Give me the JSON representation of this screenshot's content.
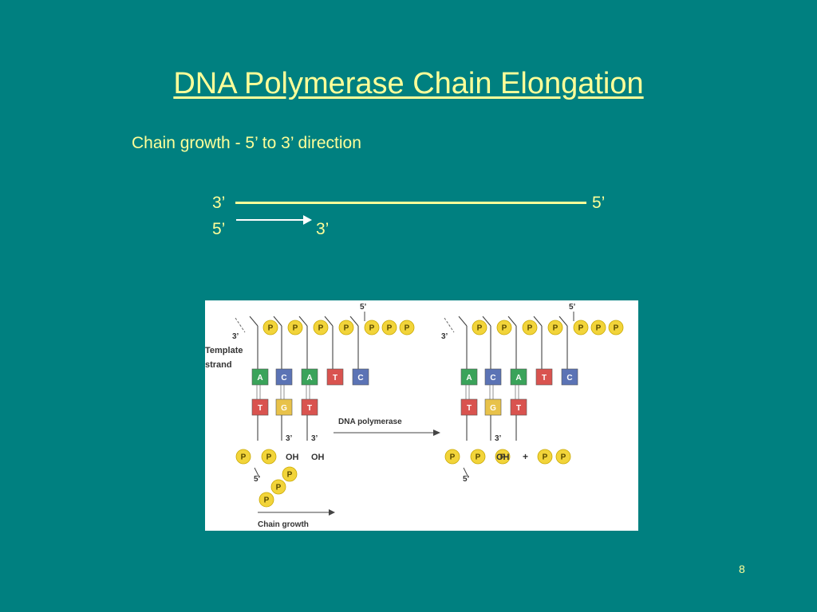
{
  "slide": {
    "title": "DNA Polymerase Chain Elongation",
    "subtitle": "Chain growth -  5’ to 3’ direction",
    "strands": {
      "top_left": "3’",
      "top_right": "5’",
      "bottom_left": "5’",
      "bottom_right": "3’"
    },
    "page_number": "8"
  },
  "figure": {
    "template_label_line1": "Template",
    "template_label_line2": "strand",
    "prime3": "3’",
    "prime5": "5’",
    "phosphate": "P",
    "hydroxyl": "OH",
    "plus": "+",
    "enzyme_label": "DNA polymerase",
    "growth_label": "Chain growth",
    "template_bases": [
      "A",
      "C",
      "A",
      "T",
      "C"
    ],
    "new_bases": [
      "T",
      "G",
      "T"
    ],
    "base_colors": {
      "A": "#3aa35a",
      "C": "#5b73b5",
      "T": "#d9534f",
      "G": "#e8c24a"
    },
    "phosphate_color": "#f2d43a"
  }
}
